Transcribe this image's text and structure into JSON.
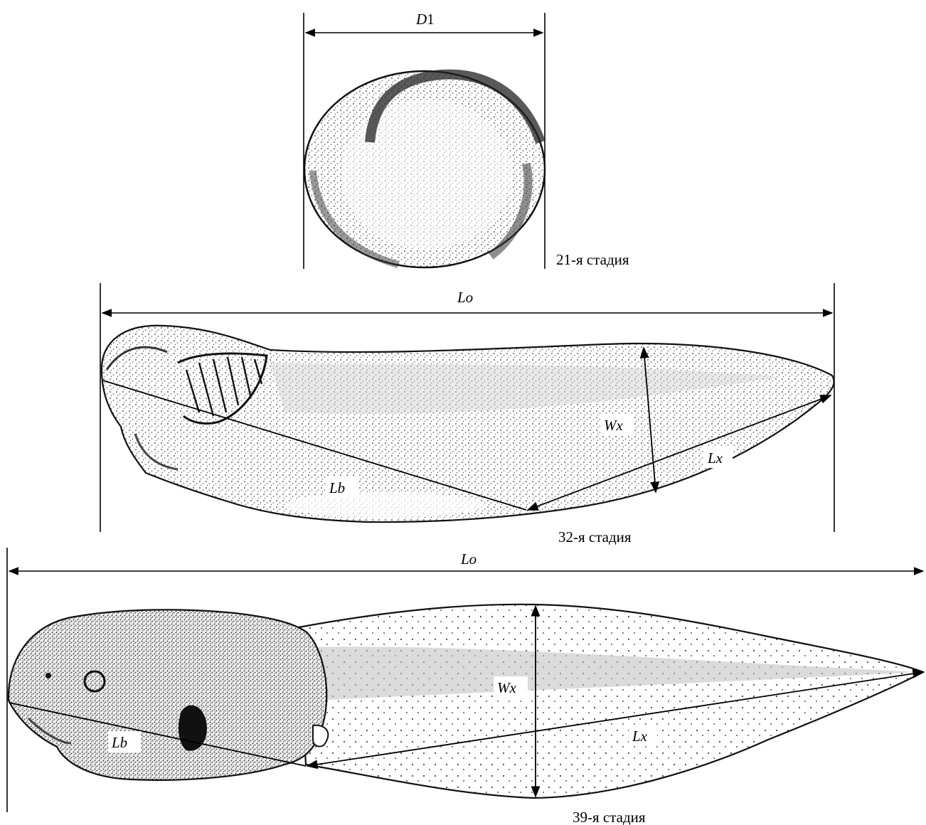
{
  "stage21": {
    "caption": "21-я стадия",
    "labels": {
      "d1_italic": "D",
      "d1_suffix": "1"
    }
  },
  "stage32": {
    "caption": "32-я стадия",
    "labels": {
      "lo": "Lo",
      "lb": "Lb",
      "wx": "Wx",
      "lx": "Lx"
    }
  },
  "stage39": {
    "caption": "39-я стадия",
    "labels": {
      "lo": "Lo",
      "lb": "Lb",
      "wx": "Wx",
      "lx": "Lx"
    }
  }
}
